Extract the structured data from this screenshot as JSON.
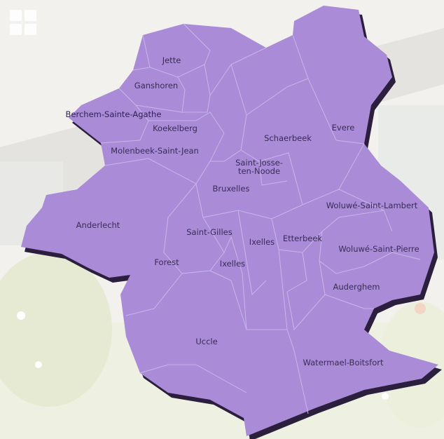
{
  "app": {
    "menu_icon": "grid-menu-icon"
  },
  "colors": {
    "region_fill": "#a98bd8",
    "region_stroke": "#c8b6e8",
    "shadow": "#2b1f3d",
    "label": "#3a2c55"
  },
  "communes": [
    {
      "id": "jette",
      "label": "Jette"
    },
    {
      "id": "ganshoren",
      "label": "Ganshoren"
    },
    {
      "id": "berchem",
      "label": "Berchem-Sainte-Agathe"
    },
    {
      "id": "koekelberg",
      "label": "Koekelberg"
    },
    {
      "id": "molenbeek",
      "label": "Molenbeek-Saint-Jean"
    },
    {
      "id": "schaerbeek",
      "label": "Schaerbeek"
    },
    {
      "id": "evere",
      "label": "Evere"
    },
    {
      "id": "saint-josse-1",
      "label": "Saint-Josse-"
    },
    {
      "id": "saint-josse-2",
      "label": "ten-Noode"
    },
    {
      "id": "bruxelles",
      "label": "Bruxelles"
    },
    {
      "id": "woluwe-lambert",
      "label": "Woluwé-Saint-Lambert"
    },
    {
      "id": "anderlecht",
      "label": "Anderlecht"
    },
    {
      "id": "saint-gilles",
      "label": "Saint-Gilles"
    },
    {
      "id": "ixelles-1",
      "label": "Ixelles"
    },
    {
      "id": "etterbeek",
      "label": "Etterbeek"
    },
    {
      "id": "woluwe-pierre",
      "label": "Woluwé-Saint-Pierre"
    },
    {
      "id": "forest",
      "label": "Forest"
    },
    {
      "id": "ixelles-2",
      "label": "Ixelles"
    },
    {
      "id": "auderghem",
      "label": "Auderghem"
    },
    {
      "id": "uccle",
      "label": "Uccle"
    },
    {
      "id": "watermael",
      "label": "Watermael-Boitsfort"
    }
  ]
}
